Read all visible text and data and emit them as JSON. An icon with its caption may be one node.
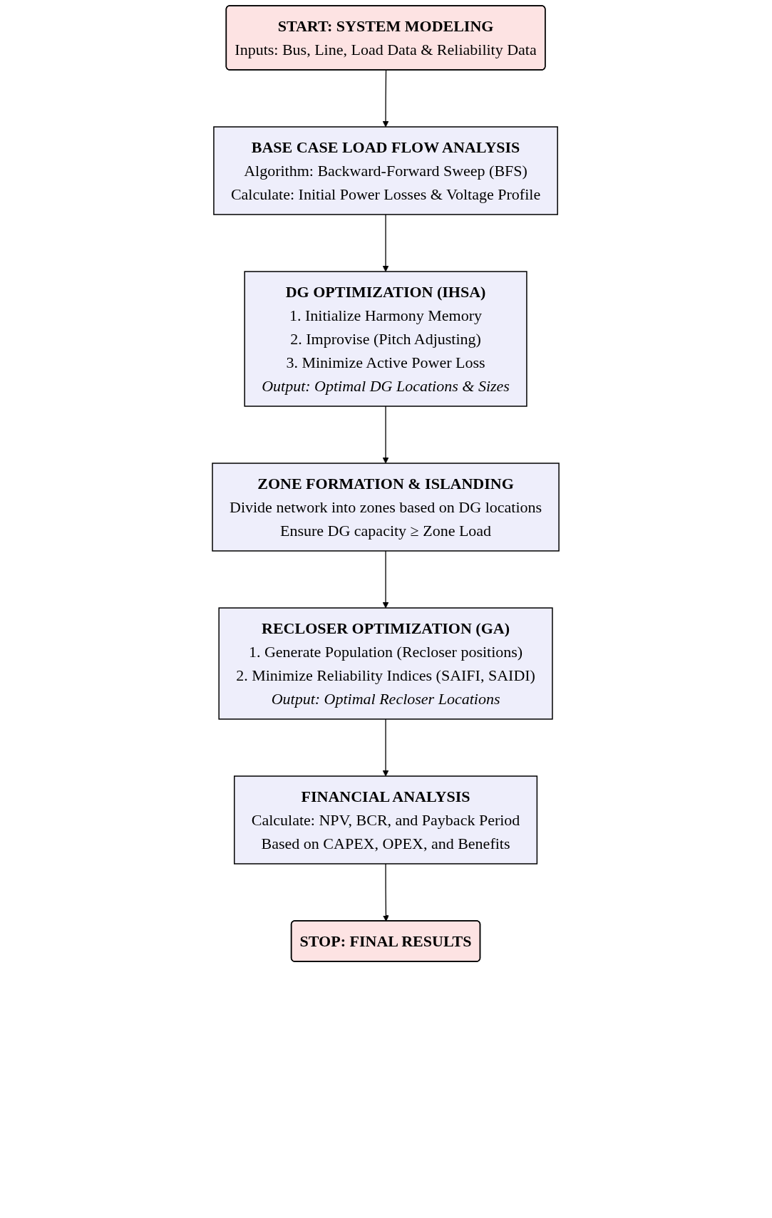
{
  "diagram": {
    "nodes": [
      {
        "text": [
          "START: SYSTEM MODELING",
          "Inputs: Bus, Line, Load Data & Reliability Data"
        ]
      },
      {
        "text": [
          "BASE CASE LOAD FLOW ANALYSIS",
          "Algorithm: Backward-Forward Sweep (BFS)",
          "Calculate: Initial Power Losses & Voltage Profile"
        ]
      },
      {
        "text": [
          "DG OPTIMIZATION (IHSA)",
          "1. Initialize Harmony Memory",
          "2. Improvise (Pitch Adjusting)",
          "3. Minimize Active Power Loss",
          "Output: Optimal DG Locations & Sizes"
        ]
      },
      {
        "text": [
          "ZONE FORMATION & ISLANDING",
          "Divide network into zones based on DG locations",
          "Ensure DG capacity ≥ Zone Load"
        ]
      },
      {
        "text": [
          "RECLOSER OPTIMIZATION (GA)",
          "1. Generate Population (Recloser positions)",
          "2. Minimize Reliability Indices (SAIFI, SAIDI)",
          "Output: Optimal Recloser Locations"
        ]
      },
      {
        "text": [
          "FINANCIAL ANALYSIS",
          "Calculate: NPV, BCR, and Payback Period",
          "Based on CAPEX, OPEX, and Benefits"
        ]
      },
      {
        "text": [
          "STOP: FINAL RESULTS"
        ]
      }
    ],
    "edges": [
      {
        "from": 0,
        "to": 1,
        "arrow": "to"
      },
      {
        "from": 1,
        "to": 2,
        "arrow": "to"
      },
      {
        "from": 2,
        "to": 3,
        "arrow": "to"
      },
      {
        "from": 3,
        "to": 4,
        "arrow": "to"
      },
      {
        "from": 4,
        "to": 5,
        "arrow": "to"
      },
      {
        "from": 5,
        "to": 6,
        "arrow": "to"
      }
    ]
  }
}
